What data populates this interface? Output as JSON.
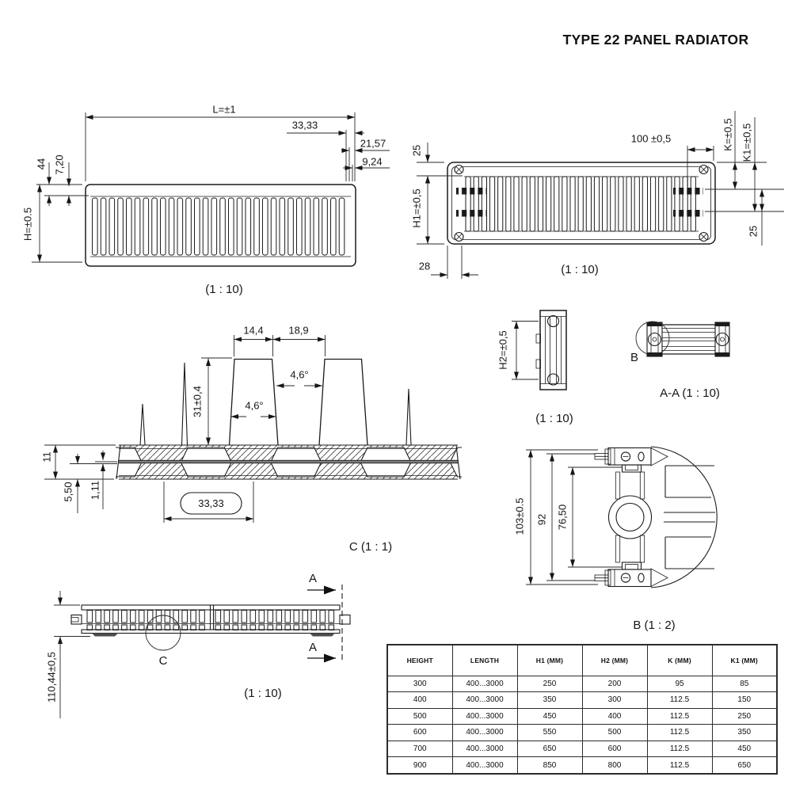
{
  "title": "TYPE 22 PANEL RADIATOR",
  "front_view": {
    "scale": "(1 : 10)",
    "dim_length": "L=±1",
    "dim_pitch": "33,33",
    "dim_2157": "21,57",
    "dim_924": "9,24",
    "dim_44": "44",
    "dim_720": "7,20",
    "dim_height": "H=±0.5"
  },
  "back_view": {
    "scale": "(1 : 10)",
    "dim_25_top": "25",
    "dim_h1": "H1=±0,5",
    "dim_28": "28",
    "dim_100": "100 ±0,5",
    "dim_k": "K=±0,5",
    "dim_k1": "K1=±0,5",
    "dim_25_right": "25"
  },
  "detail_c": {
    "label": "C (1 : 1)",
    "dim_144": "14,4",
    "dim_189": "18,9",
    "dim_31": "31±0,4",
    "dim_angle_top": "4,6°",
    "dim_angle_bottom": "4,6°",
    "dim_11": "11",
    "dim_550": "5,50",
    "dim_111": "1,11",
    "dim_3333": "33,33"
  },
  "side_view": {
    "scale": "(1 : 10)",
    "dim_h2": "H2=±0,5"
  },
  "section_aa": {
    "label": "A-A (1 : 10)",
    "detail_marker": "B"
  },
  "detail_b": {
    "label": "B (1 : 2)",
    "dim_103": "103±0.5",
    "dim_92": "92",
    "dim_7650": "76,50"
  },
  "plan_view": {
    "scale": "(1 : 10)",
    "dim_depth": "110,44±0,5",
    "section_marker": "A",
    "detail_marker": "C"
  },
  "table": {
    "headers": [
      "HEIGHT",
      "LENGTH",
      "H1 (MM)",
      "H2 (MM)",
      "K (MM)",
      "K1 (MM)"
    ],
    "rows": [
      [
        "300",
        "400...3000",
        "250",
        "200",
        "95",
        "85"
      ],
      [
        "400",
        "400...3000",
        "350",
        "300",
        "112.5",
        "150"
      ],
      [
        "500",
        "400...3000",
        "450",
        "400",
        "112.5",
        "250"
      ],
      [
        "600",
        "400...3000",
        "550",
        "500",
        "112.5",
        "350"
      ],
      [
        "700",
        "400...3000",
        "650",
        "600",
        "112.5",
        "450"
      ],
      [
        "900",
        "400...3000",
        "850",
        "800",
        "112.5",
        "650"
      ]
    ]
  }
}
